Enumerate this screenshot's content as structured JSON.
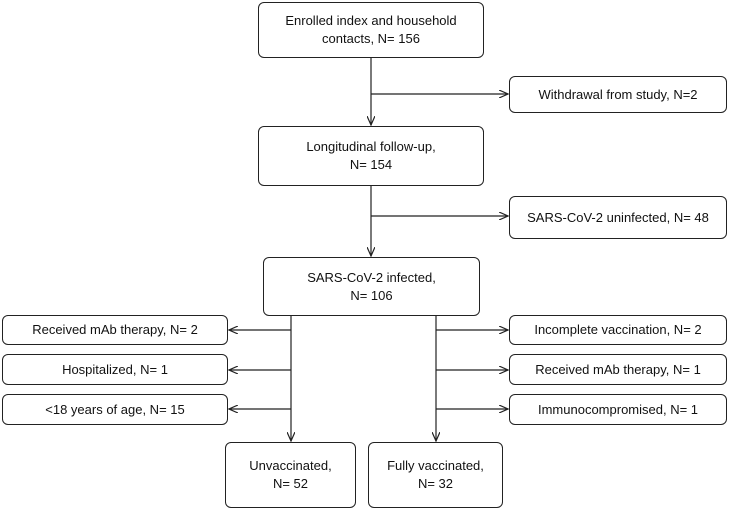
{
  "flowchart": {
    "enrolled": {
      "line1": "Enrolled index and household",
      "line2": "contacts, N= 156"
    },
    "withdrawal": {
      "label": "Withdrawal from study, N=2"
    },
    "followup": {
      "line1": "Longitudinal follow-up,",
      "line2": "N= 154"
    },
    "uninfected": {
      "label": "SARS-CoV-2 uninfected, N= 48"
    },
    "infected": {
      "line1": "SARS-CoV-2 infected,",
      "line2": "N= 106"
    },
    "left_exclusions": [
      {
        "label": "Received mAb therapy, N= 2"
      },
      {
        "label": "Hospitalized, N= 1"
      },
      {
        "label": "<18 years of age, N= 15"
      }
    ],
    "right_exclusions": [
      {
        "label": "Incomplete vaccination, N= 2"
      },
      {
        "label": "Received mAb therapy, N= 1"
      },
      {
        "label": "Immunocompromised, N= 1"
      }
    ],
    "unvaccinated": {
      "line1": "Unvaccinated,",
      "line2": "N= 52"
    },
    "vaccinated": {
      "line1": "Fully vaccinated,",
      "line2": "N= 32"
    }
  }
}
